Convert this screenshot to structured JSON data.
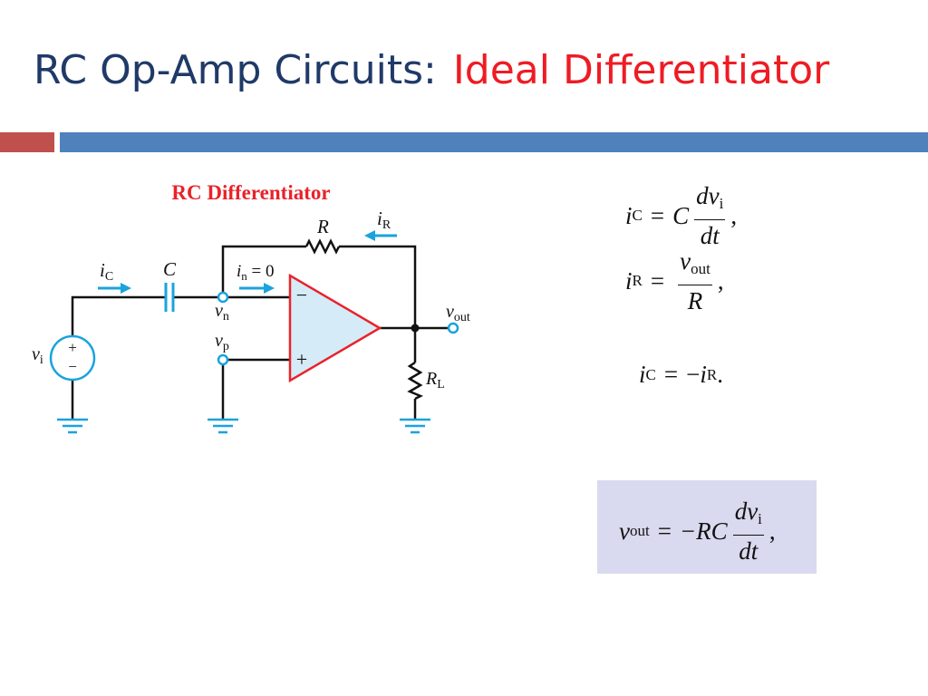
{
  "slide": {
    "title_part1": "RC Op-Amp Circuits:",
    "title_part2": "Ideal Differentiator",
    "colors": {
      "title_blue": "#1f3a68",
      "title_red": "#ee1c24",
      "accent_red": "#c0504d",
      "accent_blue": "#4f81bd",
      "wire_cyan": "#1aa3dd",
      "opamp_fill": "#d5ebf8",
      "opamp_stroke": "#e8232a",
      "result_box": "#d9d9ef"
    }
  },
  "diagram": {
    "caption": "RC Differentiator",
    "labels": {
      "R": "R",
      "C": "C",
      "iC_i": "i",
      "iC_sub": "C",
      "iR_i": "i",
      "iR_sub": "R",
      "in_i": "i",
      "in_sub": "n",
      "in_eq": " = 0",
      "vn_v": "v",
      "vn_sub": "n",
      "vp_v": "v",
      "vp_sub": "p",
      "vi_v": "v",
      "vi_sub": "i",
      "vout_v": "v",
      "vout_sub": "out",
      "RL_R": "R",
      "RL_sub": "L",
      "minus": "−",
      "plus": "+",
      "src_plus": "+",
      "src_minus": "−"
    }
  },
  "equations": {
    "eq1": {
      "lhs_var": "i",
      "lhs_sub": "C",
      "op": "=",
      "coef": "C",
      "num_d": "d",
      "num_v": "v",
      "num_sub": "i",
      "den": "dt",
      "tail": ","
    },
    "eq2": {
      "lhs_var": "i",
      "lhs_sub": "R",
      "op": "=",
      "num_v": "v",
      "num_sub": "out",
      "den": "R",
      "tail": ","
    },
    "eq3": {
      "lhs_var": "i",
      "lhs_sub": "C",
      "op": "=",
      "rhs_sign": "−",
      "rhs_var": "i",
      "rhs_sub": "R",
      "tail": "."
    },
    "result": {
      "lhs_var": "v",
      "lhs_sub": "out",
      "op": "=",
      "coef": "−RC",
      "num_d": "d",
      "num_v": "v",
      "num_sub": "i",
      "den": "dt",
      "tail": ","
    }
  }
}
